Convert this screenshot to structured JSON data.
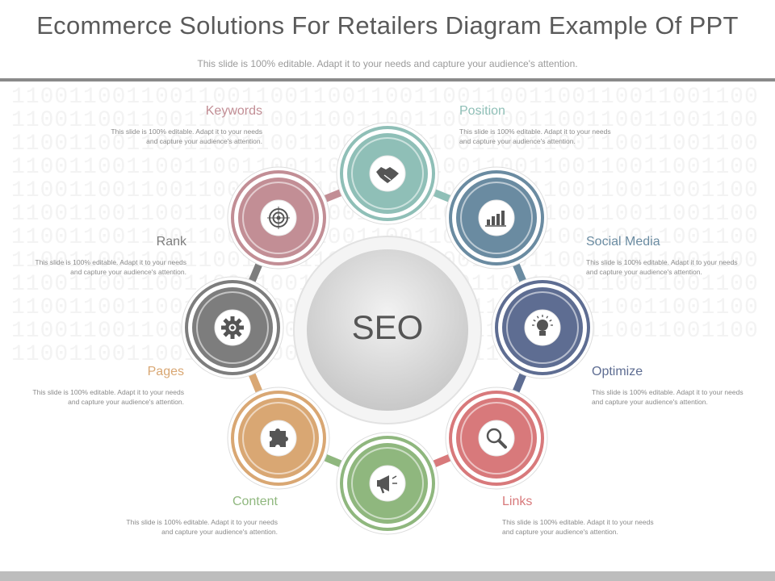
{
  "title": "Ecommerce Solutions For Retailers Diagram Example Of PPT",
  "subtitle": "This slide is 100% editable. Adapt it to your needs and capture your audience's attention.",
  "center": "SEO",
  "background_pattern": "1100110011001100110011001100110011001100110011001100110011001100110011001100110011001100110011001100110011001100110011001100110011001100110011001100110011001100110011001100110011001100110011001100110011001100110011001100110011001100110011001100110011001100110011001100110011001100110011001100110011001100110011001100110011001100110011001100110011001100110011001100110011001100110011001100110011001100110011001100110011001100110011001100110011001100110011001100110011001100110011001100110011001100110011001100110011001100110011001100110011001100110011001100110011001100110011001100110011001100110011001100110011",
  "nodes": [
    {
      "label": "Keywords",
      "text": "This slide is 100% editable. Adapt it to your needs and capture your audience's attention.",
      "color": "#c28e95",
      "icon": "target-icon"
    },
    {
      "label": "Position",
      "text": "This slide is 100% editable. Adapt it to your needs and capture your audience's attention.",
      "color": "#8fbfb7",
      "icon": "handshake-icon"
    },
    {
      "label": "Social Media",
      "text": "This slide is 100% editable. Adapt it to your needs and capture your audience's attention.",
      "color": "#6a8ba1",
      "icon": "bar-chart-icon"
    },
    {
      "label": "Optimize",
      "text": "This slide is 100% editable. Adapt it to your needs and capture your audience's attention.",
      "color": "#5e6d92",
      "icon": "lightbulb-icon"
    },
    {
      "label": "Links",
      "text": "This slide is 100% editable. Adapt it to your needs and capture your audience's attention.",
      "color": "#d8797b",
      "icon": "magnifier-icon"
    },
    {
      "label": "Content",
      "text": "This slide is 100% editable. Adapt it to your needs and capture your audience's attention.",
      "color": "#8fb77e",
      "icon": "megaphone-icon"
    },
    {
      "label": "Pages",
      "text": "This slide is 100% editable. Adapt it to your needs and capture your audience's attention.",
      "color": "#d9a773",
      "icon": "puzzle-icon"
    },
    {
      "label": "Rank",
      "text": "This slide is 100% editable. Adapt it to your needs and capture your audience's attention.",
      "color": "#7d7d7d",
      "icon": "gear-icon"
    }
  ]
}
